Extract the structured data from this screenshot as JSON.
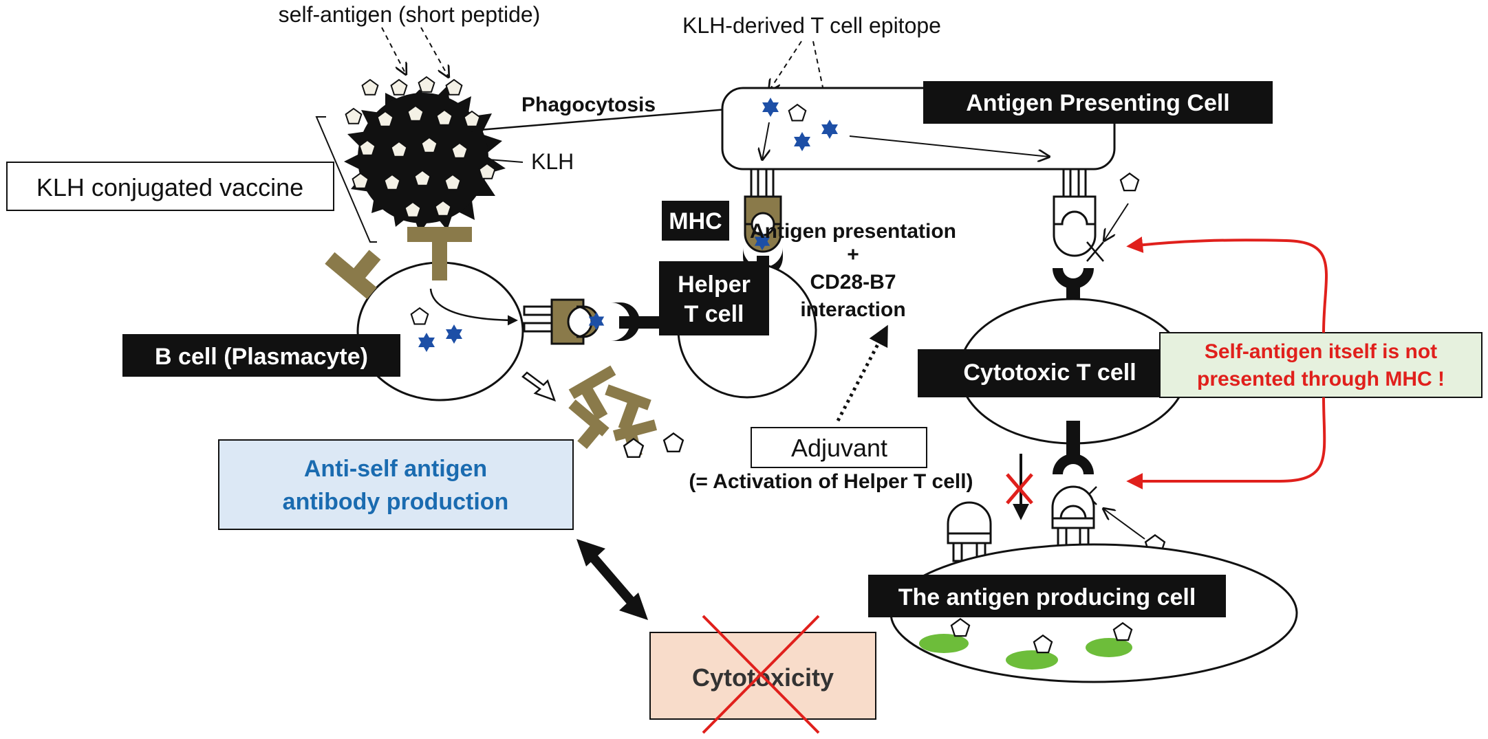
{
  "labels": {
    "self_antigen": "self-antigen (short peptide)",
    "klh_epitope": "KLH-derived T cell epitope",
    "phagocytosis": "Phagocytosis",
    "apc": "Antigen Presenting Cell",
    "klh": "KLH",
    "klh_vaccine": "KLH conjugated vaccine",
    "mhc": "MHC",
    "antigen_presentation": [
      "Antigen presentation",
      "+",
      "CD28-B7",
      "interaction"
    ],
    "helper_t": [
      "Helper",
      "T cell"
    ],
    "b_cell": "B cell (Plasmacyte)",
    "cytotoxic_t": "Cytotoxic T cell",
    "self_not_presented": [
      "Self-antigen itself is not",
      "presented through MHC !"
    ],
    "adjuvant": "Adjuvant",
    "activation": "(= Activation of Helper T cell)",
    "antibody_production": [
      "Anti-self antigen",
      "antibody production"
    ],
    "antigen_producing_cell": "The antigen producing cell",
    "cytotoxicity": "Cytotoxicity"
  },
  "colors": {
    "black": "#111111",
    "olive": "#8a7a4a",
    "star_blue": "#1d4fa6",
    "red": "#e0201c",
    "blue_text": "#1a6bb0",
    "antibody_box": "#dce8f5",
    "self_box": "#e6f1de",
    "cytotox_box": "#f8dcca",
    "green": "#6dbd3a"
  }
}
